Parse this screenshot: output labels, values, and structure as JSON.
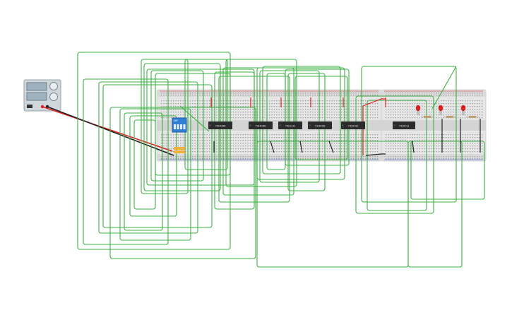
{
  "app": {
    "view": "breadboard-schematic"
  },
  "colors": {
    "wire_green": "#3cb043",
    "wire_red": "#e02020",
    "wire_black": "#222222",
    "breadboard": "#e6e6e6",
    "breadboard_rail": "#d9d9d9",
    "chip": "#2b2b2b",
    "chip_text": "#e8e8e8",
    "dip_switch": "#2f7fd6",
    "led": "#d81e1e",
    "resistor": "#c9a36a",
    "power_supply": "#cfd6dc"
  },
  "chips": [
    {
      "id": "ic1",
      "label": "74HC86"
    },
    {
      "id": "ic2",
      "label": "74HC86"
    },
    {
      "id": "ic3",
      "label": "74HC11"
    },
    {
      "id": "ic4",
      "label": "74HC08"
    },
    {
      "id": "ic5",
      "label": "74HC32"
    },
    {
      "id": "ic6",
      "label": "74HC11"
    }
  ],
  "dip_switch": {
    "label": "DIP",
    "positions": 4
  },
  "leds": {
    "count": 3
  },
  "resistors": {
    "count": 3
  },
  "power_supply": {
    "displays": 2,
    "knobs": 2
  }
}
